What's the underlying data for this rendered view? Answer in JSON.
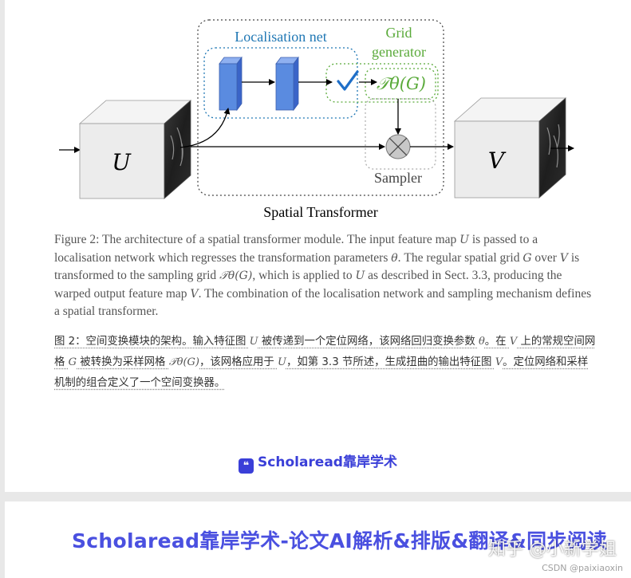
{
  "figure": {
    "title": "Spatial Transformer",
    "localisation_label": "Localisation net",
    "grid_label_1": "Grid",
    "grid_label_2": "generator",
    "sampler_label": "Sampler",
    "input_label": "U",
    "output_label": "V",
    "transform_label": "𝒯θ(G)",
    "colors": {
      "localisation": "#1f77b4",
      "grid": "#5aaa3a",
      "layer": "#5a8be0",
      "text": "#000000"
    }
  },
  "caption_en": {
    "p1": "Figure 2: The architecture of a spatial transformer module. The input feature map ",
    "v1": "U",
    "p2": " is passed to a localisation network which regresses the transformation parameters ",
    "v2": "θ",
    "p3": ". The regular spatial grid ",
    "v3": "G",
    "p4": " over ",
    "v4": "V",
    "p5": " is transformed to the sampling grid ",
    "v5": "𝒯θ(G)",
    "p6": ", which is applied to ",
    "v6": "U",
    "p7": " as described in Sect. 3.3, producing the warped output feature map ",
    "v7": "V",
    "p8": ". The combination of the localisation network and sampling mechanism defines a spatial transformer."
  },
  "caption_zh": {
    "p1": "图 2：空间变换模块的架构。输入特征图 ",
    "v1": "U",
    "p2": " 被传递到一个定位网络，该网络回归变换参数 ",
    "v2": "θ",
    "p3": "。在 ",
    "v3": "V",
    "p4": " 上的常规空间网格 ",
    "v4": "G",
    "p5": " 被转换为采样网格 ",
    "v5": "𝒯θ(G)",
    "p6": "，该网格应用于 ",
    "v6": "U",
    "p7": "，如第 3.3 节所述，生成扭曲的输出特征图 ",
    "v7": "V",
    "p8": "。定位网络和采样机制的组合定义了一个空间变换器。"
  },
  "brand": {
    "icon": "❝",
    "label": "Scholaread靠岸学术"
  },
  "headline": "Scholaread靠岸学术-论文AI解析&排版&翻译&同步阅读",
  "watermark_zhihu": "知乎 @小新学姐",
  "watermark_csdn": "CSDN @paixiaoxin"
}
